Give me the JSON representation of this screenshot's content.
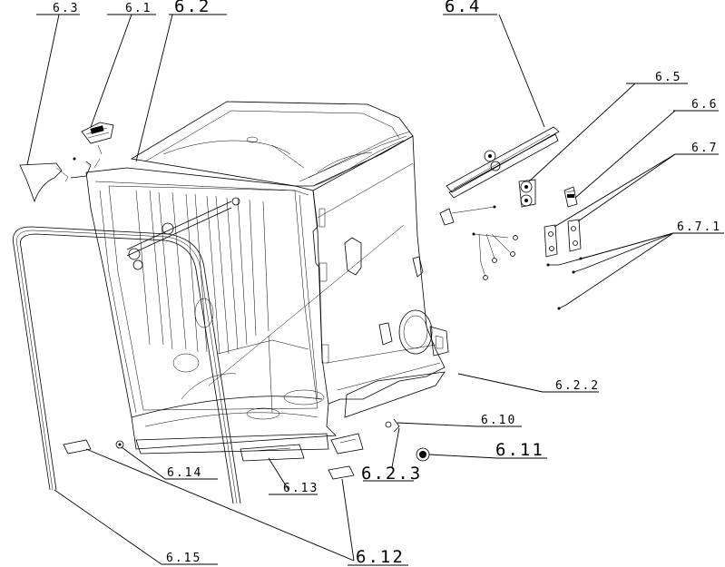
{
  "labels": {
    "l_6_3": "6.3",
    "l_6_1": "6.1",
    "l_6_2": "6.2",
    "l_6_4": "6.4",
    "l_6_5": "6.5",
    "l_6_6": "6.6",
    "l_6_7": "6.7",
    "l_6_7_1": "6.7.1",
    "l_6_2_2": "6.2.2",
    "l_6_10": "6.10",
    "l_6_11": "6.11",
    "l_6_14": "6.14",
    "l_6_2_3": "6.2.3",
    "l_6_13": "6.13",
    "l_6_12": "6.12",
    "l_6_15": "6.15"
  }
}
